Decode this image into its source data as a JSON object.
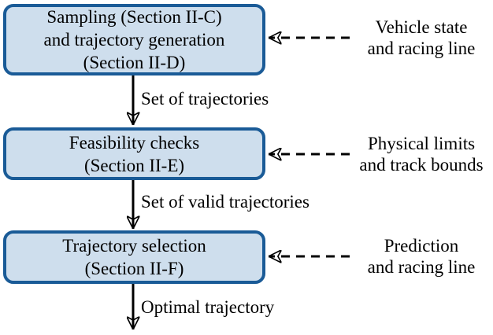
{
  "colors": {
    "box_fill": "#cedeed",
    "box_border": "#1a5b97",
    "arrow": "#000000",
    "text": "#000000"
  },
  "boxes": [
    {
      "lines": [
        "Sampling (Section II-C)",
        "and trajectory generation",
        "(Section II-D)"
      ]
    },
    {
      "lines": [
        "Feasibility checks",
        "(Section II-E)"
      ]
    },
    {
      "lines": [
        "Trajectory selection",
        "(Section II-F)"
      ]
    }
  ],
  "flow_labels": [
    "Set of trajectories",
    "Set of valid trajectories",
    "Optimal trajectory"
  ],
  "input_labels": [
    {
      "lines": [
        "Vehicle state",
        "and racing line"
      ]
    },
    {
      "lines": [
        "Physical limits",
        "and track bounds"
      ]
    },
    {
      "lines": [
        "Prediction",
        "and racing line"
      ]
    }
  ]
}
